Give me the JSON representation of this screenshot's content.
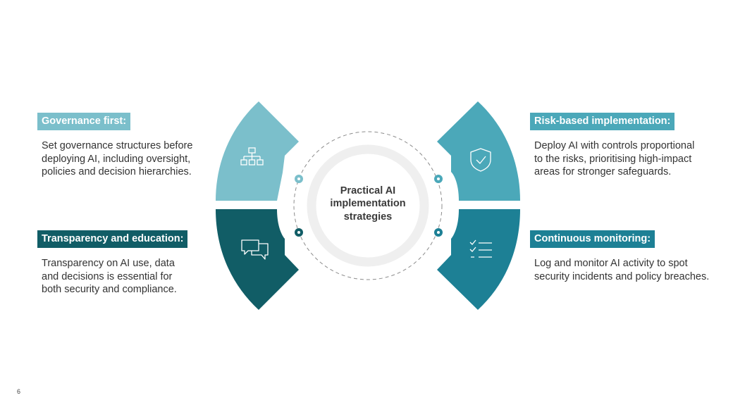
{
  "center": {
    "lines": [
      "Practical AI",
      "implementation",
      "strategies"
    ]
  },
  "strategies": [
    {
      "key": "governance",
      "label": "Governance first:",
      "lines": [
        "Set governance structures before",
        "deploying AI, including oversight,",
        "policies and decision hierarchies."
      ],
      "color": "#7bbfcb",
      "icon": "org-chart-icon"
    },
    {
      "key": "risk",
      "label": "Risk-based implementation:",
      "lines": [
        "Deploy AI with controls proportional",
        "to the risks, prioritising high-impact",
        "areas for stronger safeguards."
      ],
      "color": "#4ba8b9",
      "icon": "shield-check-icon"
    },
    {
      "key": "transparency",
      "label": "Transparency and education:",
      "lines": [
        "Transparency on AI use, data",
        "and decisions is essential for",
        "both security and compliance."
      ],
      "color": "#115d66",
      "icon": "chat-bubbles-icon"
    },
    {
      "key": "monitoring",
      "label": "Continuous monitoring:",
      "lines": [
        "Log and monitor AI activity to spot",
        "security incidents and policy breaches."
      ],
      "color": "#1d8095",
      "icon": "checklist-icon"
    }
  ],
  "page_number": "6"
}
